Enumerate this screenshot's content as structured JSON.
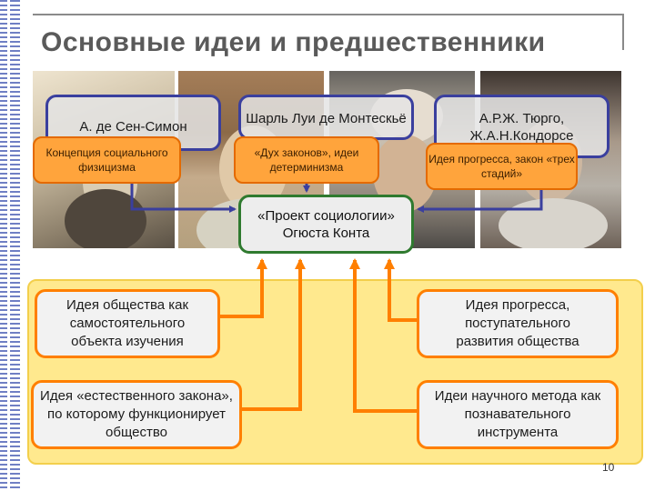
{
  "title": "Основные идеи и предшественники",
  "predecessors": [
    {
      "name": "А. де Сен-Симон",
      "idea": "Концепция социального физицизма"
    },
    {
      "name": "Шарль Луи де Монтескьё",
      "idea": "«Дух законов», идеи детерминизма"
    },
    {
      "name": "А.Р.Ж. Тюрго, Ж.А.Н.Кондорсе",
      "idea": "Идея прогресса, закон «трех стадий»"
    }
  ],
  "center": "«Проект социологии» Огюста Конта",
  "ideas": [
    "Идея общества как самостоятельного объекта изучения",
    "Идея «естественного закона», по которому функционирует общество",
    "Идея прогресса, поступательного развития общества",
    "Идеи научного метода как познавательного инструмента"
  ],
  "page_number": "10",
  "colors": {
    "title": "#5a5a5a",
    "blue_border": "#3a3f9e",
    "orange_fill": "#ffa43c",
    "green_border": "#2f7a2f",
    "arrow_orange": "#ff7f00",
    "panel_yellow": "#ffe98e"
  }
}
